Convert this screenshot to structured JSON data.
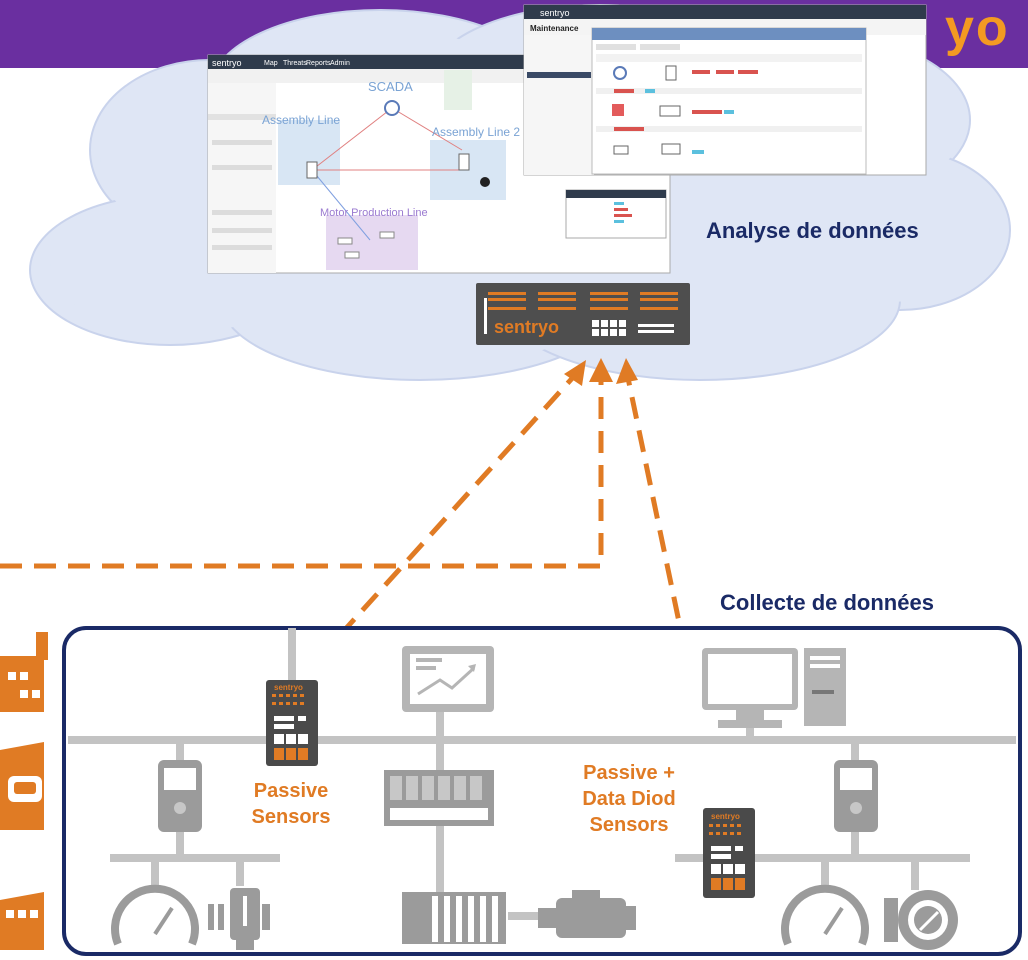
{
  "header": {
    "brand_fragment": "yo",
    "banner_color": "#6a2fa0"
  },
  "labels": {
    "analysis": "Analyse de données",
    "collection": "Collecte de données",
    "passive_sensor": [
      "Passive",
      "Sensors"
    ],
    "diode_sensor": [
      "Passive +",
      "Data Diod",
      "Sensors"
    ]
  },
  "device": {
    "brand": "sentryo"
  },
  "sensor": {
    "brand": "sentryo"
  },
  "screenshots": {
    "map": {
      "nav": [
        "Map",
        "Threats",
        "Reports",
        "Admin"
      ],
      "groups": [
        "SCADA",
        "Assembly Line",
        "Assembly Line 2",
        "Motor Production Line"
      ]
    },
    "maintenance": {
      "title": "Maintenance"
    }
  },
  "colors": {
    "accent_orange": "#e07b24",
    "navy": "#1a2a66",
    "cloud": "#dfe6f5",
    "gray": "#b5b5b5",
    "dark_device": "#4a4a4a"
  }
}
